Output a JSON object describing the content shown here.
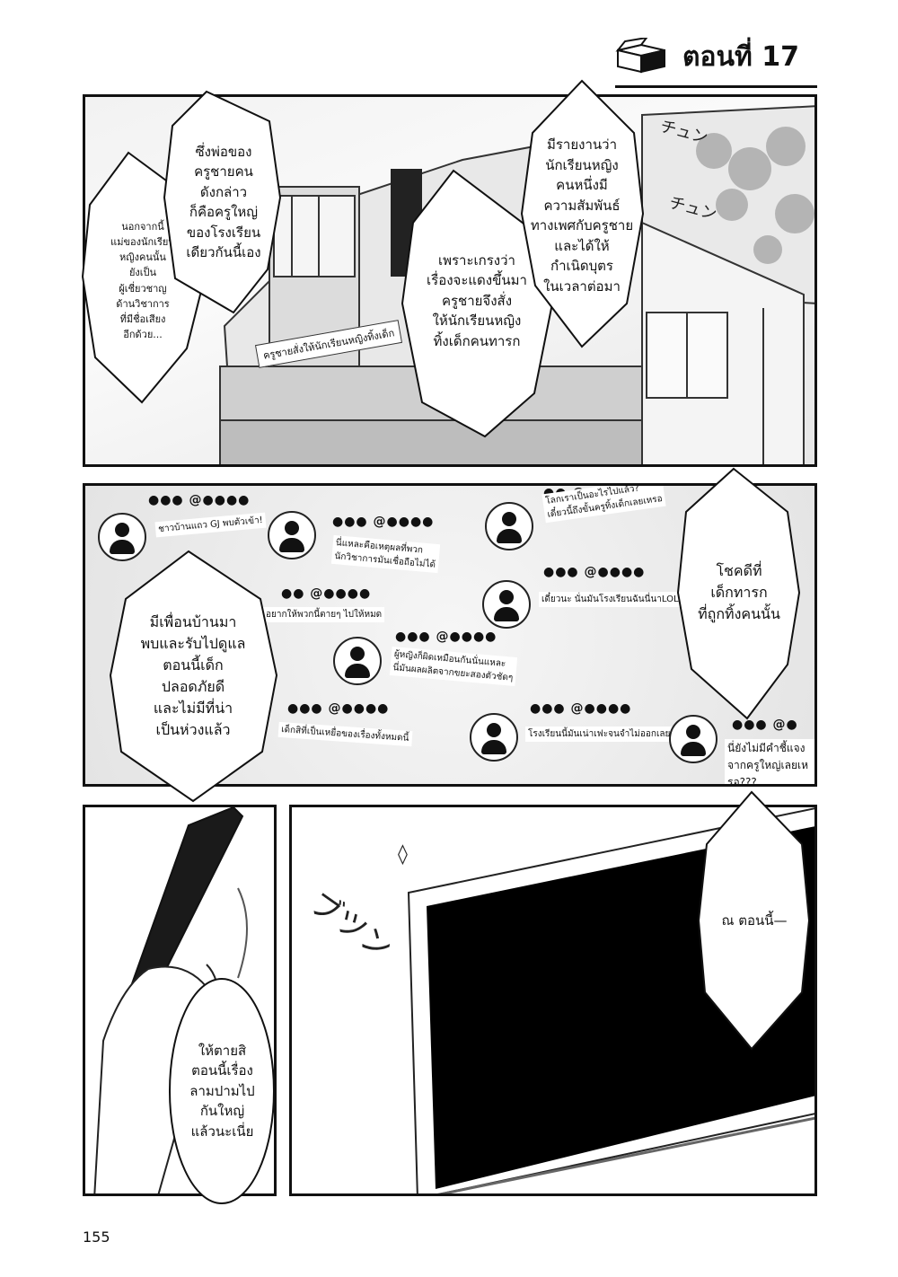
{
  "header": {
    "chapter_title": "ตอนที่ 17",
    "icon": "box-icon"
  },
  "panel1": {
    "bubble_left": "นอกจากนี้\nแม่ของนักเรียน\nหญิงคนนั้น\nยังเป็น\nผู้เชี่ยวชาญ\nด้านวิชาการ\nที่มีชื่อเสียง\nอีกด้วย...",
    "bubble_mid": "ซึ่งพ่อของ\nครูชายคน\nดังกล่าว\nก็คือครูใหญ่\nของโรงเรียน\nเดียวกันนี้เอง",
    "bubble_center": "เพราะเกรงว่า\nเรื่องจะแดงขึ้นมา\nครูชายจึงสั่ง\nให้นักเรียนหญิง\nทิ้งเด็กคนทารก",
    "bubble_right": "มีรายงานว่า\nนักเรียนหญิง\nคนหนึ่งมี\nความสัมพันธ์\nทางเพศกับครูชาย\nและได้ให้\nกำเนิดบุตร\nในเวลาต่อมา",
    "screen_caption": "ครูชายสั่งให้นักเรียนหญิงทิ้งเด็ก",
    "sfx_1": "チュン",
    "sfx_2": "チュン"
  },
  "panel2": {
    "posts": [
      {
        "handle": "●●● @●●●●",
        "text": "ชาวบ้านแถว GJ พบตัวเข้า!"
      },
      {
        "handle": "●●● @●●●●",
        "text": "นี่แหละคือเหตุผลที่พวก\nนักวิชาการมันเชื่อถือไม่ได้"
      },
      {
        "handle": "●● @●●●●",
        "text": "โลกเราเป็นอะไรไปแล้ว?\nเดี๋ยวนี้ถึงขั้นครูทิ้งเด็กเลยเหรอ"
      },
      {
        "handle": "●●● @●●●●",
        "text": "เดี๋ยวนะ นั่นมันโรงเรียนฉันนี่นาLOL"
      },
      {
        "handle": "●● @●●●●",
        "text": "อยากให้พวกนี้ตายๆ ไปให้หมด"
      },
      {
        "handle": "●●● @●●●●",
        "text": "ผู้หญิงก็ผิดเหมือนกันนั่นแหละ\nนี่มันผลผลิตจากขยะสองตัวชัดๆ"
      },
      {
        "handle": "●●● @●●●●",
        "text": "เด็กสิที่เป็นเหยื่อของเรื่องทั้งหมดนี้"
      },
      {
        "handle": "●●● @●●●●",
        "text": "โรงเรียนนี้มันเน่าเฟะจนจำไม่ออกเลยว่ะ"
      },
      {
        "handle": "●●● @●",
        "text": "นี่ยังไม่มีคำชี้แจง\nจากครูใหญ่เลยเหรอ???"
      }
    ],
    "bubble_left": "มีเพื่อนบ้านมา\nพบและรับไปดูแล\nตอนนี้เด็ก\nปลอดภัยดี\nและไม่มีที่น่า\nเป็นห่วงแล้ว",
    "bubble_right": "โชคดีที่\nเด็กทารก\nที่ถูกทิ้งคนนั้น"
  },
  "panel3": {
    "bubble": "ให้ตายสิ\nตอนนี้เรื่อง\nลามปามไป\nกันใหญ่\nแล้วนะเนี่ย"
  },
  "panel4": {
    "bubble": "ณ ตอนนี้—",
    "sfx": "ブツン",
    "sparkle": "◊"
  },
  "footer": {
    "page_number": "155"
  }
}
